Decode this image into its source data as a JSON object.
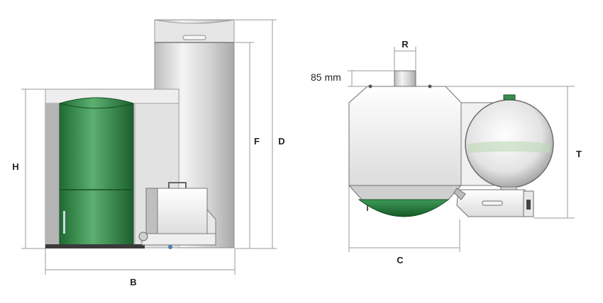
{
  "dimensions": {
    "front_view": {
      "height": "H",
      "width": "B",
      "tank_height": "F",
      "total_height": "D"
    },
    "top_view": {
      "flue_diameter": "R",
      "flue_offset": "85 mm",
      "depth": "C",
      "tank_diameter": "T"
    }
  },
  "colors": {
    "boiler_green": "#2f8a45",
    "steel": "#d9d9d9",
    "dimension_line": "#9a9a9a"
  }
}
